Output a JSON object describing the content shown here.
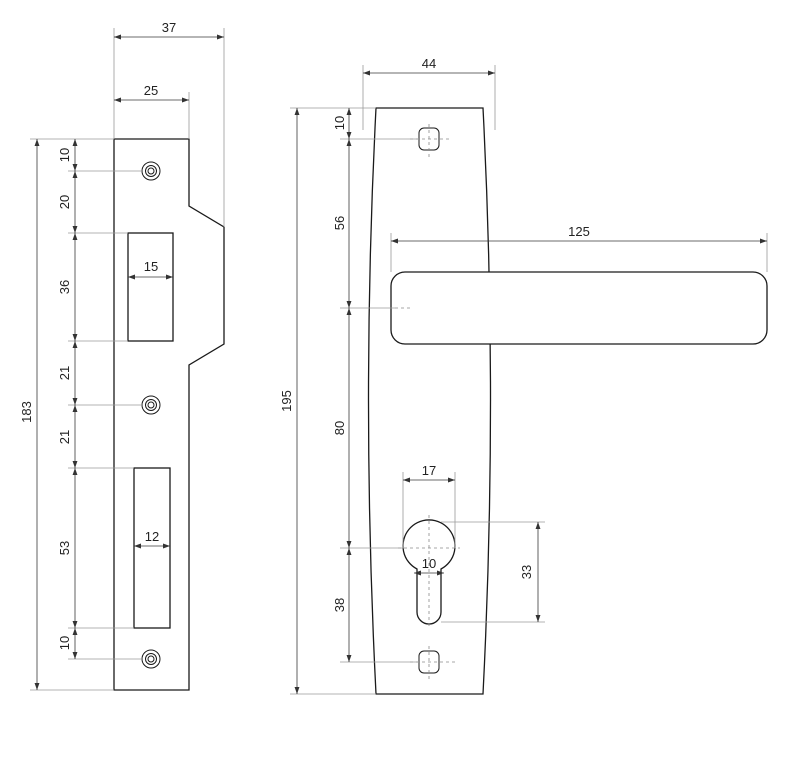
{
  "strike_plate": {
    "width_total": "37",
    "width_plate": "25",
    "height_total": "183",
    "top_hole_offset": "10",
    "hole_to_upper_opening": "20",
    "upper_opening_height": "36",
    "upper_opening_width": "15",
    "upper_opening_to_mid_hole": "21",
    "mid_hole_to_lower_opening": "21",
    "lower_opening_height": "53",
    "lower_opening_width": "12",
    "bottom_hole_offset": "10"
  },
  "handle_plate": {
    "plate_width": "44",
    "plate_height": "195",
    "top_hole_offset": "10",
    "hole_to_lever_axis": "56",
    "lever_length": "125",
    "lever_axis_to_cylinder": "80",
    "cylinder_top_width": "17",
    "cylinder_slot_width": "10",
    "cylinder_height": "33",
    "cylinder_to_bottom_hole": "38"
  }
}
